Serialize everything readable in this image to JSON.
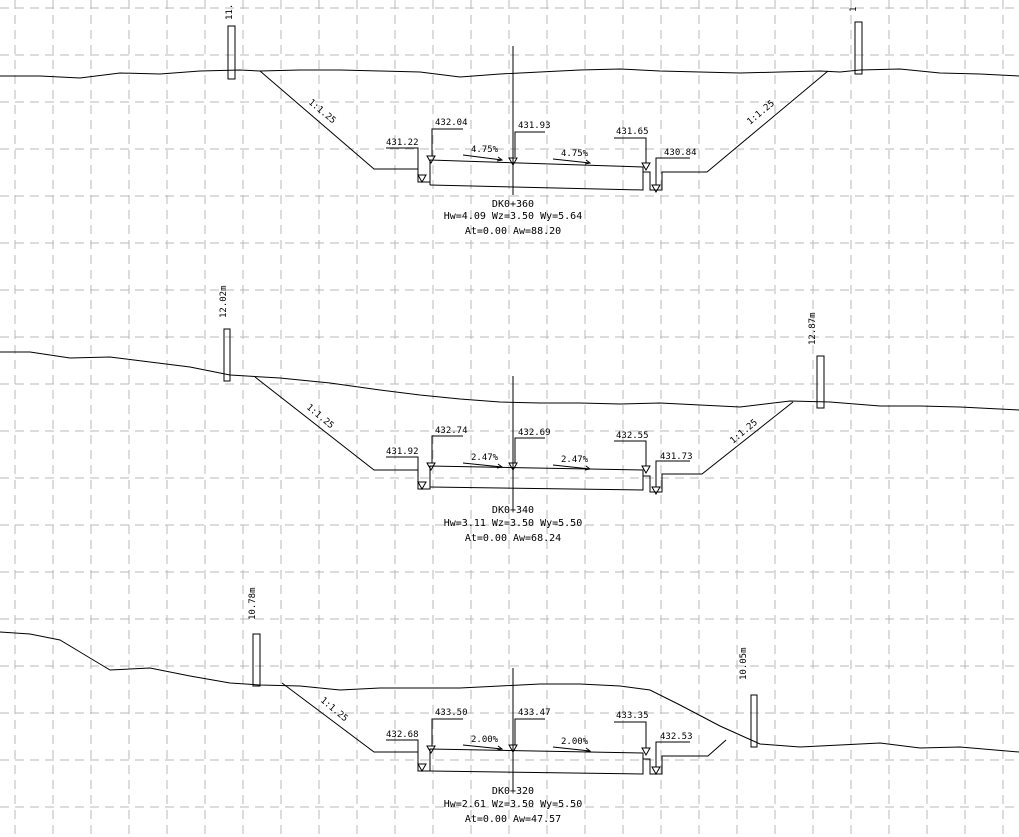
{
  "sections": [
    {
      "id": "s1",
      "station": "DK0+360",
      "params_line1": "Hw=4.09 Wz=3.50 Wy=5.64",
      "params_line2": "At=0.00 Aw=88.20",
      "elevations": {
        "left_ditch": "431.22",
        "left_edge": "432.04",
        "center": "431.93",
        "right_edge": "431.65",
        "right_ditch": "430.84"
      },
      "crossfall": {
        "left": "4.75%",
        "right": "4.75%"
      },
      "slopes": {
        "left": "1:1.25",
        "right": "1:1.25"
      },
      "stakes": {
        "left": "11.",
        "right": "1"
      }
    },
    {
      "id": "s2",
      "station": "DK0+340",
      "params_line1": "Hw=3.11 Wz=3.50 Wy=5.50",
      "params_line2": "At=0.00 Aw=68.24",
      "elevations": {
        "left_ditch": "431.92",
        "left_edge": "432.74",
        "center": "432.69",
        "right_edge": "432.55",
        "right_ditch": "431.73"
      },
      "crossfall": {
        "left": "2.47%",
        "right": "2.47%"
      },
      "slopes": {
        "left": "1:1.25",
        "right": "1:1.25"
      },
      "stakes": {
        "left": "12.02m",
        "right": "12.87m"
      }
    },
    {
      "id": "s3",
      "station": "DK0+320",
      "params_line1": "Hw=2.61 Wz=3.50 Wy=5.50",
      "params_line2": "At=0.00 Aw=47.57",
      "elevations": {
        "left_ditch": "432.68",
        "left_edge": "433.50",
        "center": "433.47",
        "right_edge": "433.35",
        "right_ditch": "432.53"
      },
      "crossfall": {
        "left": "2.00%",
        "right": "2.00%"
      },
      "slopes": {
        "left": "1:1.25",
        "right": ""
      },
      "stakes": {
        "left": "10.78m",
        "right": "10.05m"
      }
    }
  ]
}
